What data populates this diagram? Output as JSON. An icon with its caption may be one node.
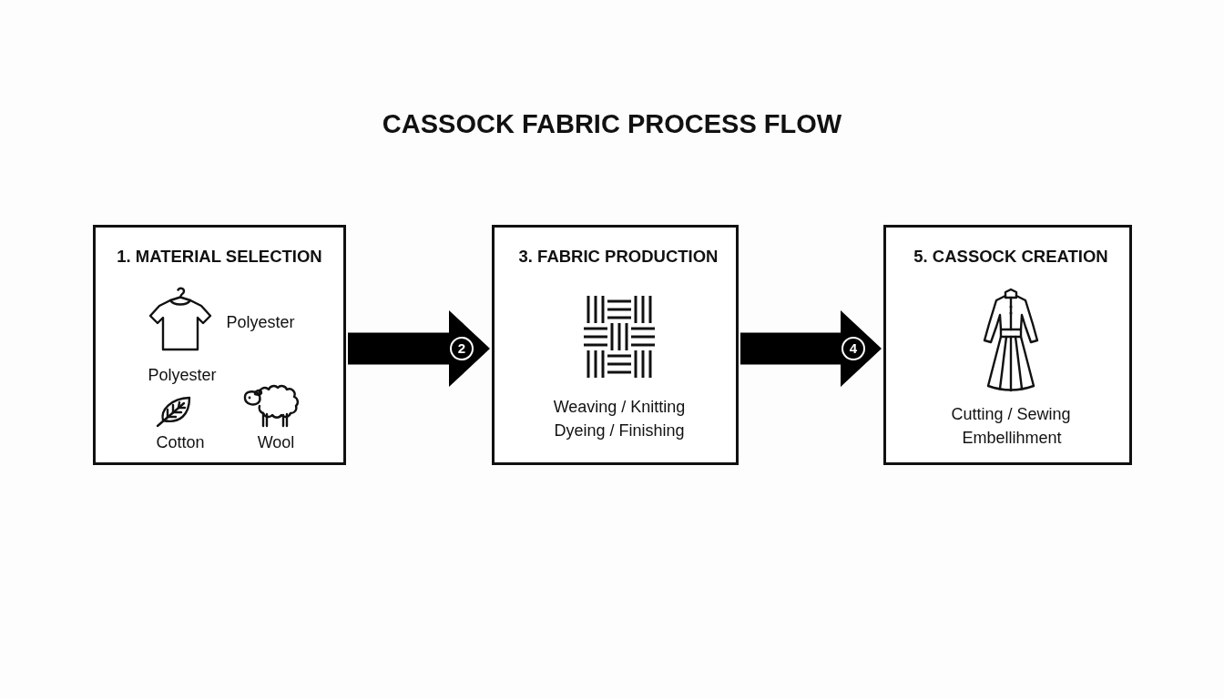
{
  "diagram": {
    "title": "CASSOCK FABRIC PROCESS FLOW",
    "nodes": [
      {
        "text": [
          "1. MATERIAL SELECTION",
          "Polyester",
          "Polyester",
          "Cotton",
          "Wool"
        ]
      },
      {
        "text": [
          "3. FABRIC PRODUCTION",
          "Weaving / Knitting",
          "Dyeing / Finishing"
        ]
      },
      {
        "text": [
          "5. CASSOCK CREATION",
          "Cutting / Sewing",
          "Embellihment"
        ]
      }
    ],
    "edges": [
      {
        "from": 0,
        "to": 1,
        "arrow": "to",
        "label": "2",
        "style": "thick"
      },
      {
        "from": 1,
        "to": 2,
        "arrow": "to",
        "label": "4",
        "style": "thick"
      }
    ]
  }
}
